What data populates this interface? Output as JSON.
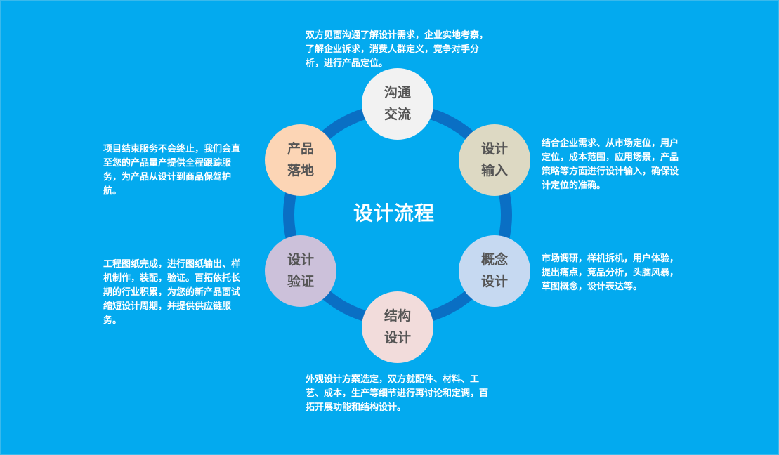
{
  "diagram": {
    "center_title": "设计流程",
    "steps": [
      {
        "id": "communication",
        "line1": "沟通",
        "line2": "交流",
        "color": "#f2f2f2",
        "description": "双方见面沟通了解设计需求，企业实地考察，了解企业诉求，消费人群定义，竞争对手分析，进行产品定位。"
      },
      {
        "id": "design-input",
        "line1": "设计",
        "line2": "输入",
        "color": "#ddd9c3",
        "description": "结合企业需求、从市场定位，用户定位，成本范围，应用场景，产品策略等方面进行设计输入，确保设计定位的准确。"
      },
      {
        "id": "concept-design",
        "line1": "概念",
        "line2": "设计",
        "color": "#c6d9f1",
        "description": "市场调研，样机拆机，用户体验，提出痛点，竞品分析，头脑风暴，草图概念，设计表达等。"
      },
      {
        "id": "structure-design",
        "line1": "结构",
        "line2": "设计",
        "color": "#f2dcdb",
        "description": "外观设计方案选定，双方就配件、材料、工艺、成本，生产等细节进行再讨论和定调，百拓开展功能和结构设计。"
      },
      {
        "id": "design-verification",
        "line1": "设计",
        "line2": "验证",
        "color": "#ccc1da",
        "description": "工程图纸完成，进行图纸输出、样机制作，装配，验证。百拓依托长期的行业积累，为您的新产品面试缩短设计周期，并提供供应链服务。"
      },
      {
        "id": "product-landing",
        "line1": "产品",
        "line2": "落地",
        "color": "#fcd5b5",
        "description": "项目结束服务不会终止，我们会直至您的产品量产提供全程跟踪服务，为产品从设计到商品保驾护航。"
      }
    ]
  },
  "colors": {
    "background": "#03aaef",
    "ring": "#0a6fc4",
    "node_text": "#555555",
    "description_text": "#ffffff"
  }
}
